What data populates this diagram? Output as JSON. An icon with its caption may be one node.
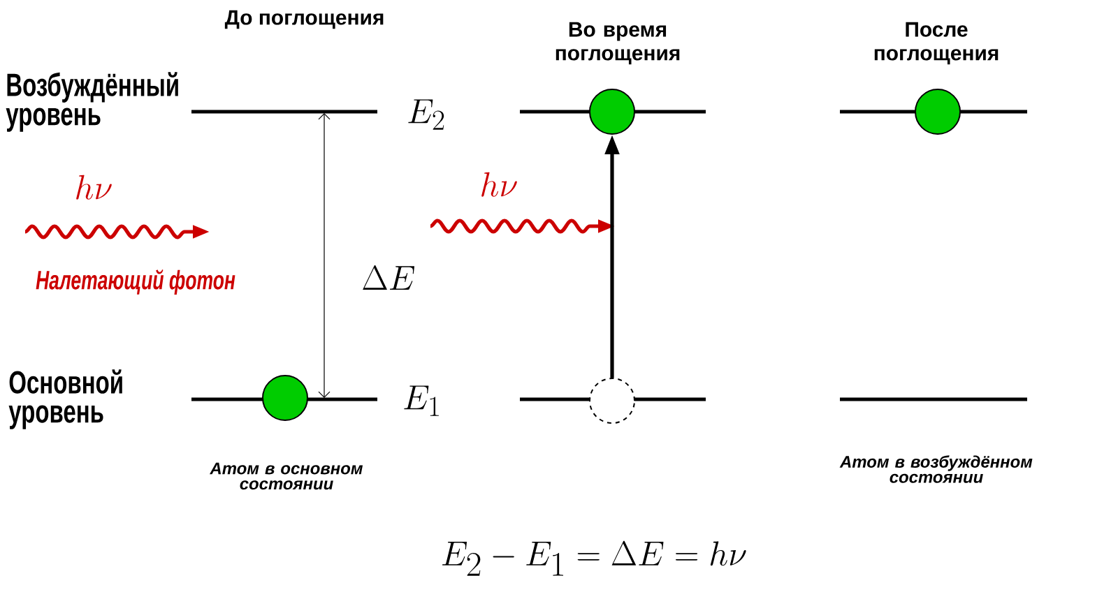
{
  "diagram": {
    "nodes": [
      {
        "text": [],
        "shape": "circle",
        "beside": [
          "Атом в основном состоянии"
        ]
      },
      {
        "text": [],
        "shape": "circle"
      },
      {
        "text": [],
        "shape": "circle"
      },
      {
        "text": [],
        "shape": "circle"
      }
    ],
    "edges": [
      {
        "from": 2,
        "to": 1,
        "arrow": "to"
      }
    ],
    "labels": [
      "До поглощения",
      "Во время поглощения",
      "После поглощения",
      "Возбуждённый уровень",
      "E_2",
      "h\\nu",
      "Налетающий фотон",
      "\\Delta E",
      "h\\nu",
      "Основной уровень",
      "E_1",
      "Атом в возбуждённом состоянии",
      "E_2 - E_1 = \\Delta E = h\\nu"
    ]
  }
}
